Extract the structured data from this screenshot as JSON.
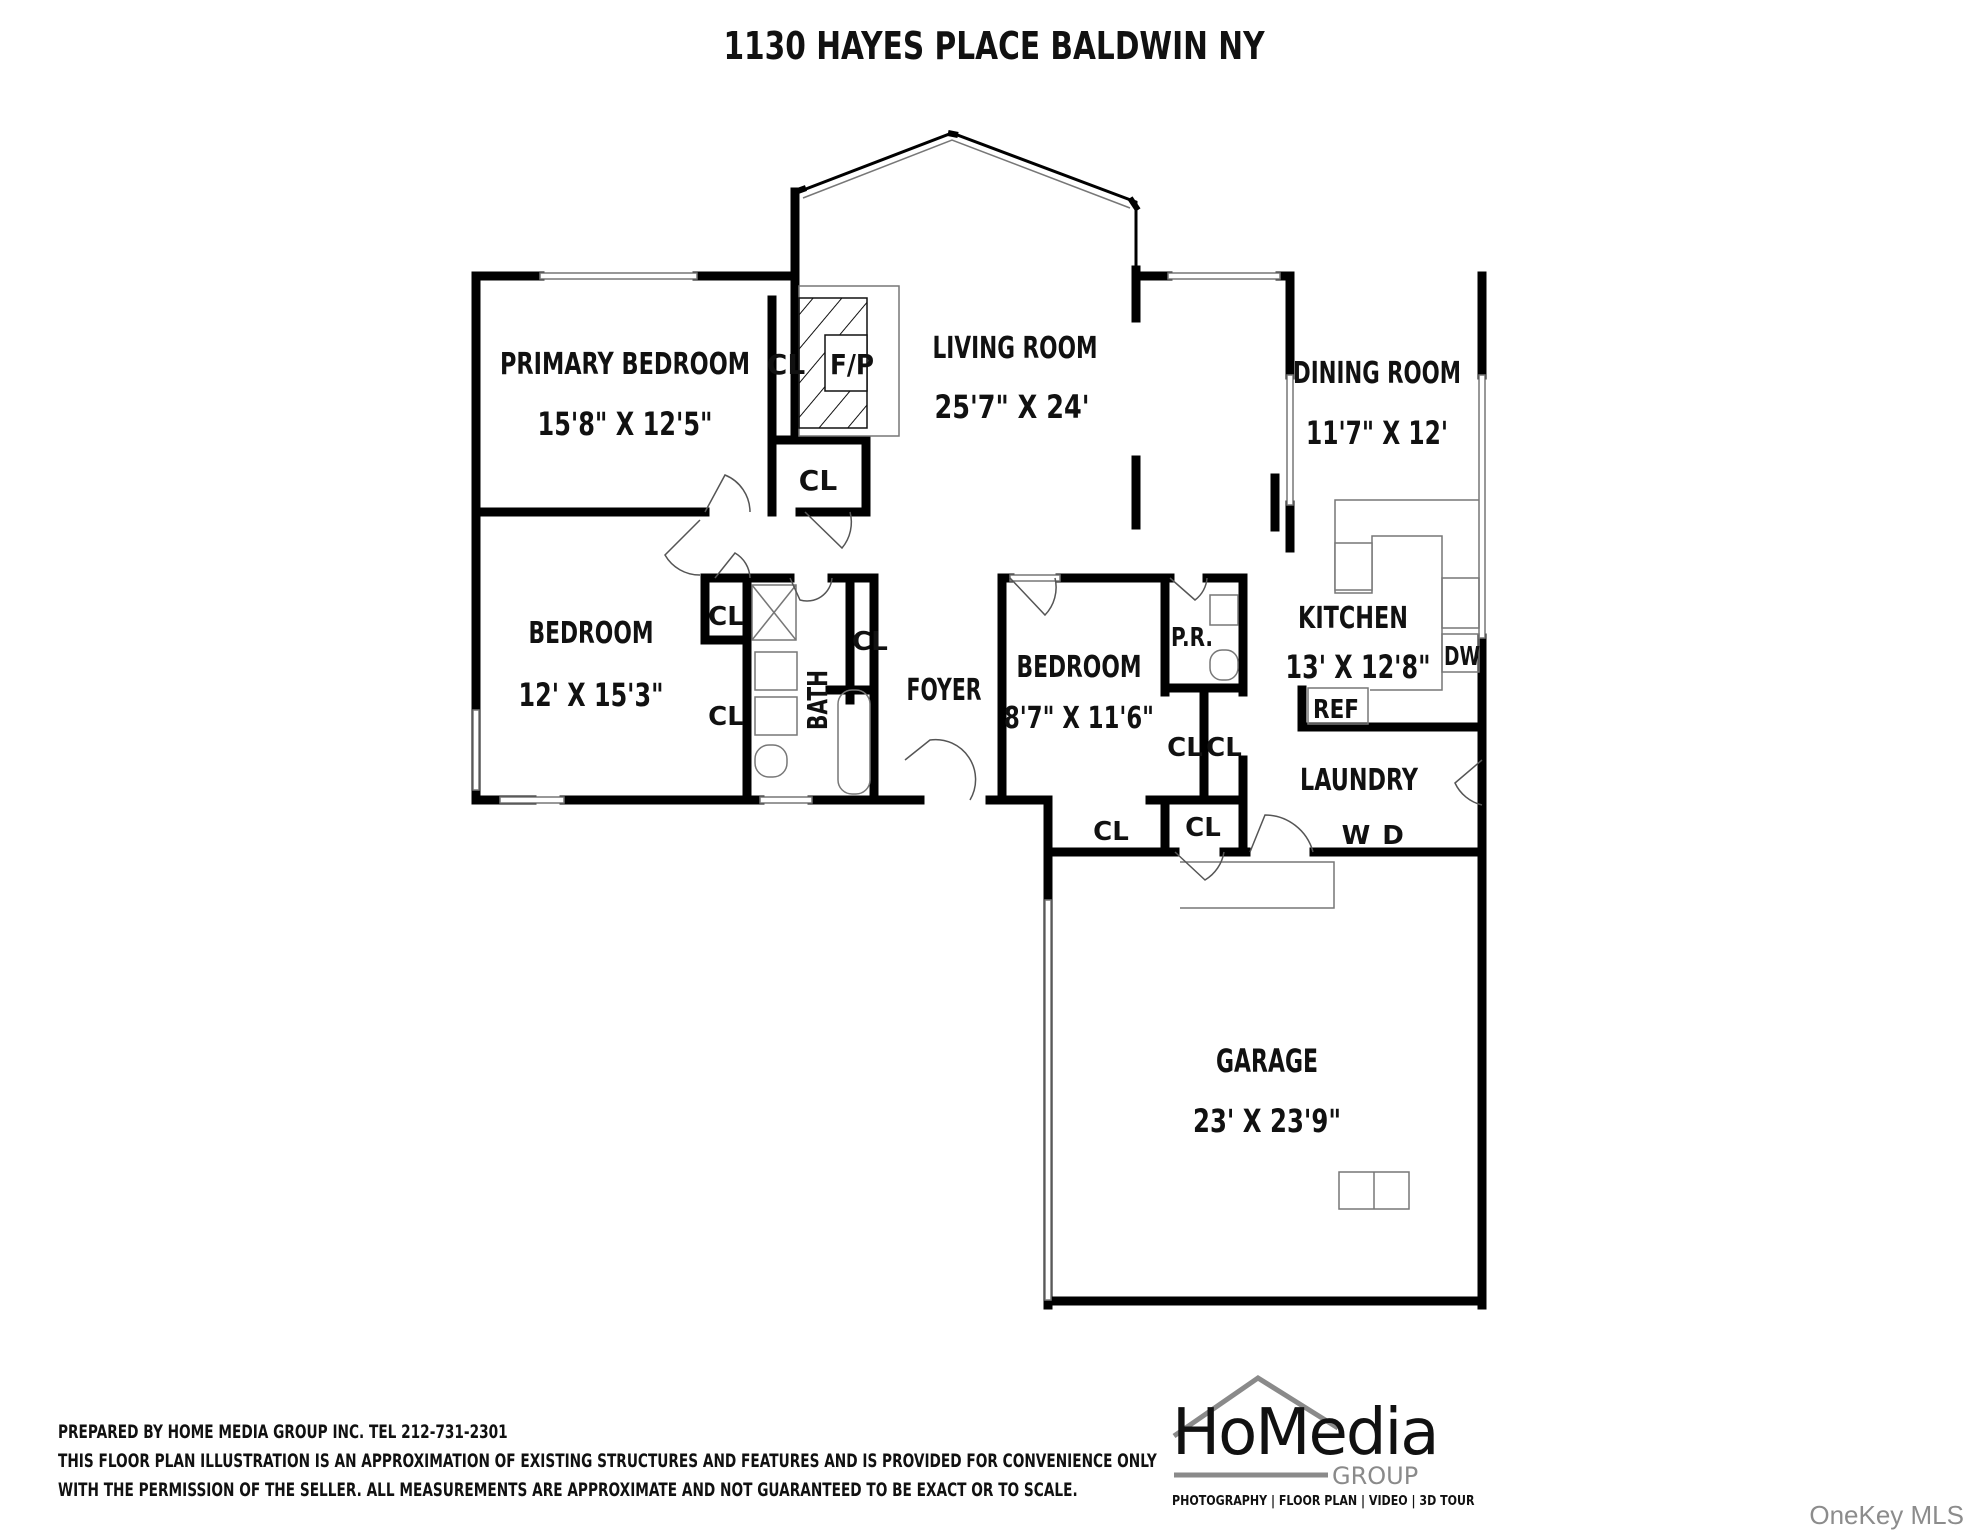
{
  "header": {
    "title": "1130 HAYES PLACE BALDWIN NY"
  },
  "rooms": {
    "primary_bedroom": {
      "name": "PRIMARY BEDROOM",
      "dims": "15'8\" X 12'5\""
    },
    "living_room": {
      "name": "LIVING ROOM",
      "dims": "25'7\" X 24'"
    },
    "dining_room": {
      "name": "DINING ROOM",
      "dims": "11'7\" X 12'"
    },
    "bedroom_west": {
      "name": "BEDROOM",
      "dims": "12' X 15'3\""
    },
    "bedroom_center": {
      "name": "BEDROOM",
      "dims": "8'7\" X 11'6\""
    },
    "kitchen": {
      "name": "KITCHEN",
      "dims": "13' X 12'8\""
    },
    "laundry": {
      "name": "LAUNDRY"
    },
    "bath": {
      "name": "BATH"
    },
    "foyer": {
      "name": "FOYER"
    },
    "powder_room": {
      "name": "P.R."
    },
    "garage": {
      "name": "GARAGE",
      "dims": "23' X 23'9\""
    }
  },
  "fixtures": {
    "closet": "CL",
    "fireplace": "F/P",
    "refrigerator": "REF",
    "dishwasher": "DW",
    "washer": "W",
    "dryer": "D"
  },
  "footer": {
    "line1": "PREPARED BY  HOME MEDIA GROUP INC.  TEL 212-731-2301",
    "line2": "THIS FLOOR PLAN ILLUSTRATION IS AN APPROXIMATION OF EXISTING STRUCTURES AND FEATURES AND IS PROVIDED FOR CONVENIENCE ONLY",
    "line3": "WITH THE PERMISSION OF THE SELLER. ALL MEASUREMENTS ARE APPROXIMATE AND NOT GUARANTEED TO BE EXACT OR TO SCALE."
  },
  "logo": {
    "wordmark": "HoMedia",
    "group": "GROUP",
    "tagline": "PHOTOGRAPHY | FLOOR PLAN | VIDEO | 3D TOUR"
  },
  "watermark": "OneKey MLS",
  "colors": {
    "wall": "#000000",
    "thin_line": "#777777",
    "logo_gray": "#8a8a8a"
  }
}
